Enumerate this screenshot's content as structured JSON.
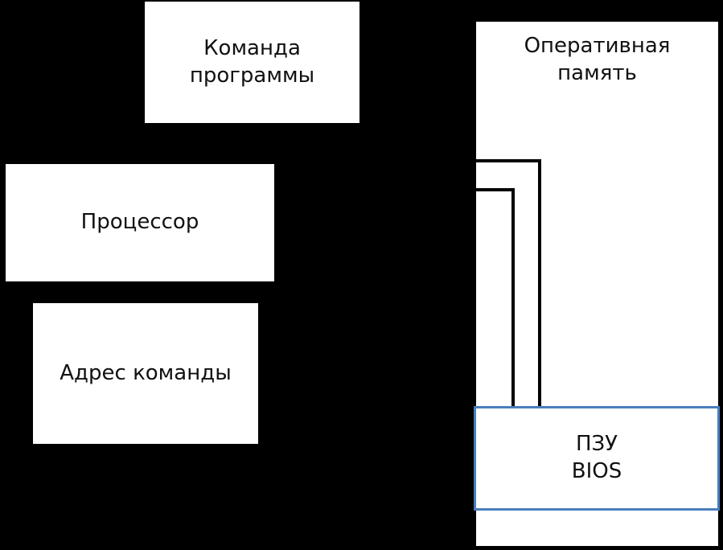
{
  "blocks": {
    "command": "Команда\nпрограммы",
    "processor": "Процессор",
    "address": "Адрес команды",
    "ram": "Оперативная\nпамять",
    "rom": "ПЗУ\nBIOS"
  },
  "colors": {
    "rom_border": "#4a7ebb",
    "background": "#000000"
  }
}
